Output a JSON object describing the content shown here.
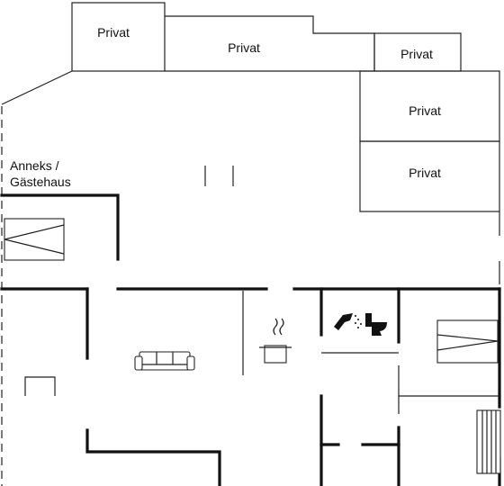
{
  "plan": {
    "rooms": {
      "privat_1": "Privat",
      "privat_2": "Privat",
      "privat_3": "Privat",
      "privat_4": "Privat",
      "privat_5": "Privat",
      "annex_line1": "Anneks /",
      "annex_line2": "Gästehaus"
    },
    "icons": [
      "bed-icon",
      "sofa-icon",
      "cooking-pot-icon",
      "shower-icon",
      "toilet-icon",
      "table-icon",
      "radiator-icon"
    ]
  }
}
